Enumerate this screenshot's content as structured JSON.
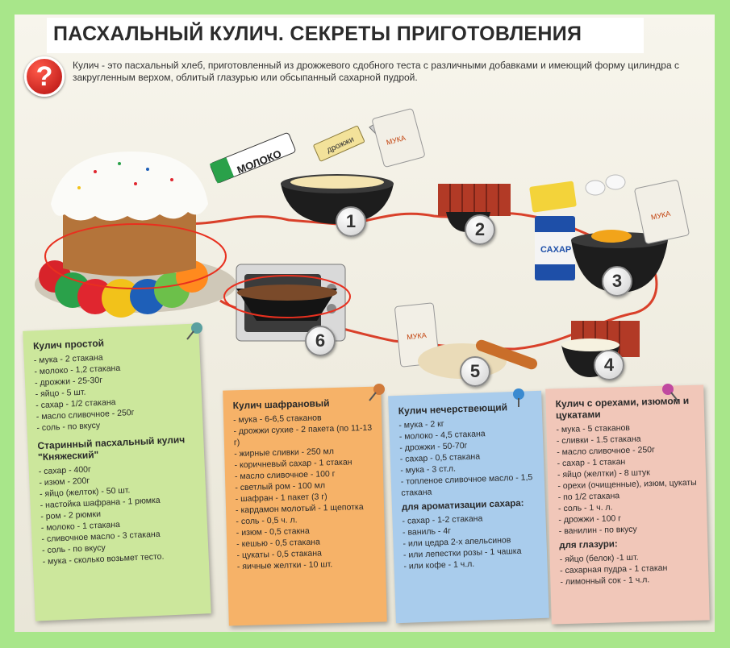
{
  "title": "ПАСХАЛЬНЫЙ КУЛИЧ. СЕКРЕТЫ ПРИГОТОВЛЕНИЯ",
  "question_icon": "question-icon",
  "intro": "Кулич - это пасхальный хлеб, приготовленный из дрожжевого сдобного теста с различными добавками и имеющий форму цилиндра с закругленным верхом, облитый глазурью или обсыпанный сахарной пудрой.",
  "illustration": {
    "milk_label": "МОЛОКО",
    "yeast_label": "дрожжи",
    "flour_label": "МУКА",
    "sugar_label": "САХАР",
    "steps": [
      "1",
      "2",
      "3",
      "4",
      "5",
      "6"
    ]
  },
  "colors": {
    "background": "#a8e68a",
    "path": "#d9402a",
    "note_green": "#cce79c",
    "note_orange": "#f6b268",
    "note_blue": "#a9ccec",
    "note_pink": "#f1c7b9"
  },
  "notes": {
    "simple": {
      "heading": "Кулич простой",
      "items": [
        "- мука - 2 стакана",
        "- молоко - 1,2 стакана",
        "- дрожжи - 25-30г",
        "- яйцо - 5 шт.",
        "- сахар - 1/2 стакана",
        "- масло сливочное - 250г",
        "- соль - по вкусу"
      ],
      "heading2": "Старинный пасхальный кулич \"Княжеский\"",
      "items2": [
        "- сахар - 400г",
        "- изюм - 200г",
        "- яйцо (желток) - 50 шт.",
        "- настойка шафрана - 1 рюмка",
        "- ром - 2 рюмки",
        "- молоко - 1 стакана",
        "- сливочное масло - 3 стакана",
        "- соль - по вкусу",
        "- мука - сколько возьмет тесто."
      ]
    },
    "saffron": {
      "heading": "Кулич шафрановый",
      "items": [
        "- мука - 6-6,5 стаканов",
        "- дрожжи сухие - 2 пакета (по 11-13 г)",
        "- жирные сливки - 250 мл",
        "- коричневый сахар - 1 стакан",
        "- масло сливочное - 100 г",
        "- светлый ром - 100 мл",
        "- шафран - 1 пакет (3 г)",
        "- кардамон молотый - 1 щепотка",
        "- соль - 0,5 ч. л.",
        "- изюм - 0,5 стакна",
        "- кешью - 0,5 стакана",
        "- цукаты - 0,5 стакана",
        "- яичные желтки - 10 шт."
      ]
    },
    "stale": {
      "heading": "Кулич нечерствеющий",
      "items": [
        "- мука - 2 кг",
        "- молоко - 4,5 стакана",
        "- дрожжи - 50-70г",
        "- сахар - 0,5 стакана",
        "- мука - 3 ст.л.",
        "- топленое сливочное масло - 1,5 стакана"
      ],
      "sub": "для ароматизации сахара:",
      "items2": [
        "- сахар - 1-2 стакана",
        "- ваниль - 4г",
        "- или цедра 2-х апельсинов",
        "- или лепестки розы - 1 чашка",
        "- или кофе - 1 ч.л."
      ]
    },
    "nuts": {
      "heading": "Кулич с орехами, изюмом и цукатами",
      "items": [
        "- мука - 5 стаканов",
        "- сливки - 1.5 стакана",
        "- масло сливочное - 250г",
        "- сахар - 1 стакан",
        "- яйцо (желтки) - 8 штук",
        "- орехи (очищенные), изюм, цукаты - по 1/2 стакана",
        "- соль - 1 ч. л.",
        "- дрожжи - 100 г",
        "- ванилин - по вкусу"
      ],
      "sub": "для глазури:",
      "items2": [
        "- яйцо (белок) -1 шт.",
        "- сахарная пудра - 1 стакан",
        "- лимонный сок - 1 ч.л."
      ]
    }
  }
}
